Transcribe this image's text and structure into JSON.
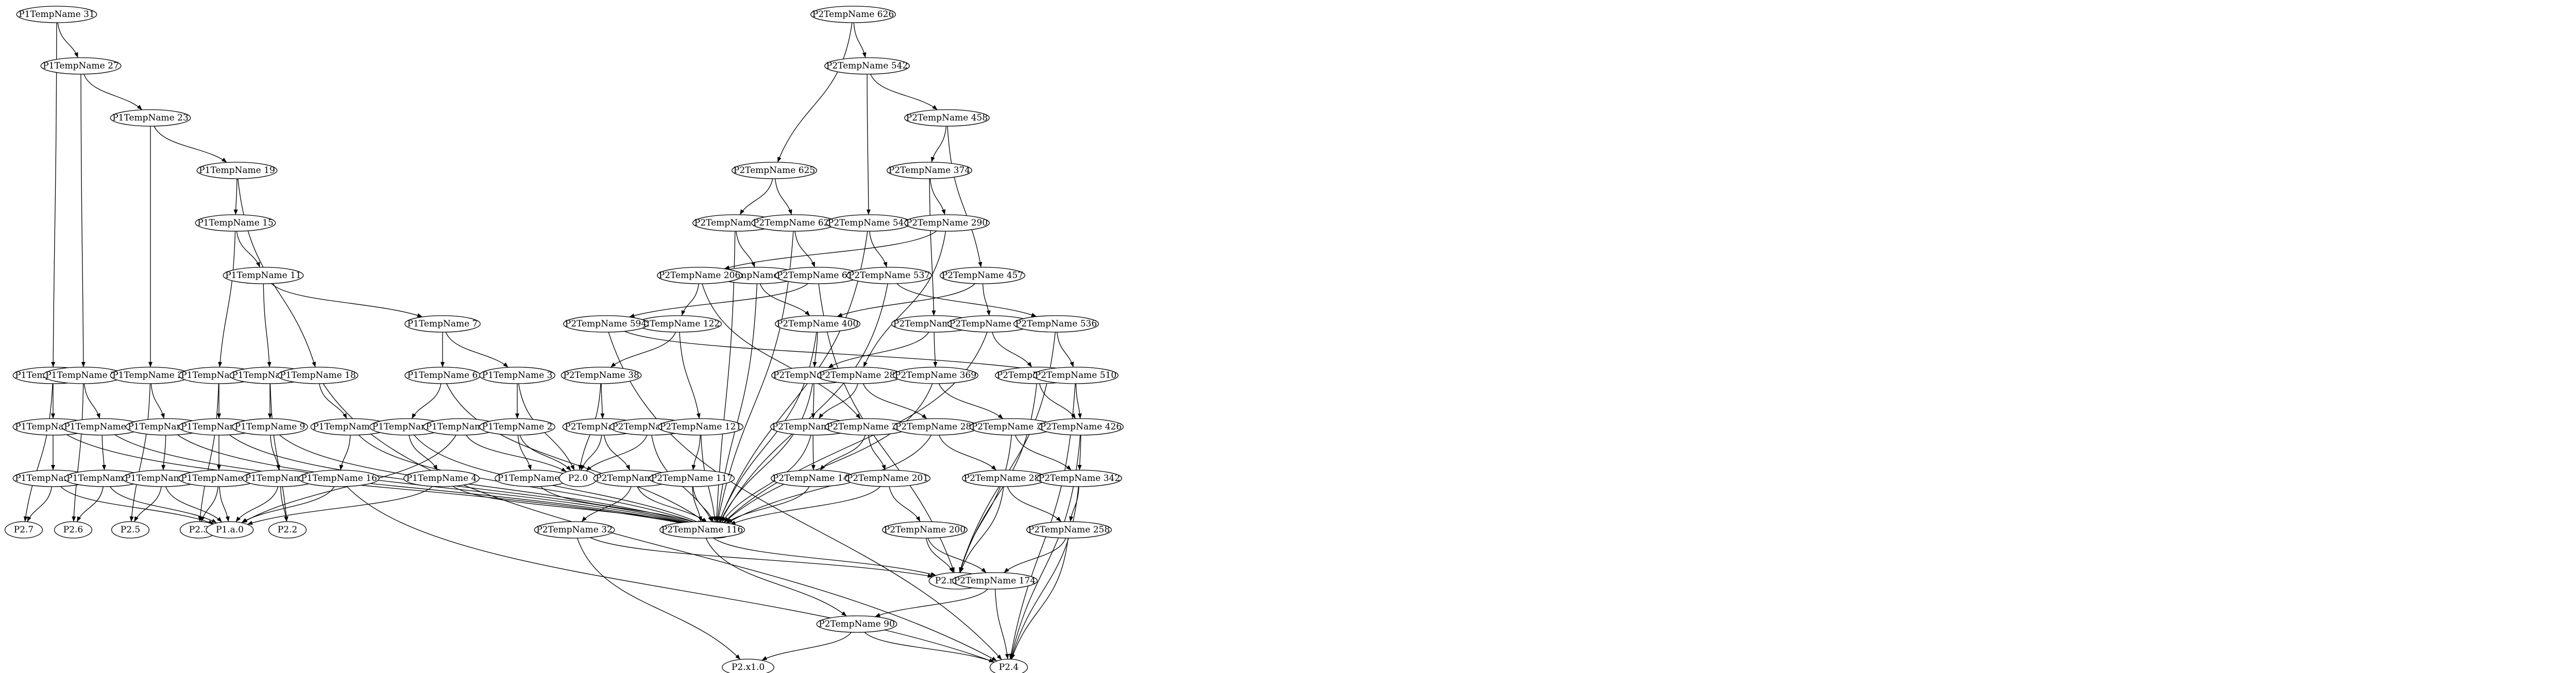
{
  "graph": {
    "nodes": [
      {
        "id": "P1TempName 31",
        "label": "P1TempName 31"
      },
      {
        "id": "P1TempName 27",
        "label": "P1TempName 27"
      },
      {
        "id": "P1TempName 23",
        "label": "P1TempName 23"
      },
      {
        "id": "P1TempName 19",
        "label": "P1TempName 19"
      },
      {
        "id": "P1TempName 15",
        "label": "P1TempName 15"
      },
      {
        "id": "P1TempName 11",
        "label": "P1TempName 11"
      },
      {
        "id": "P1TempName 7",
        "label": "P1TempName 7"
      },
      {
        "id": "P1TempName 30",
        "label": "P1TempName 30"
      },
      {
        "id": "P1TempName 26",
        "label": "P1TempName 26"
      },
      {
        "id": "P1TempName 22",
        "label": "P1TempName 22"
      },
      {
        "id": "P1TempName 14",
        "label": "P1TempName 14"
      },
      {
        "id": "P1TempName 10",
        "label": "P1TempName 10"
      },
      {
        "id": "P1TempName 18",
        "label": "P1TempName 18"
      },
      {
        "id": "P1TempName 6",
        "label": "P1TempName 6"
      },
      {
        "id": "P1TempName 3",
        "label": "P1TempName 3"
      },
      {
        "id": "P1TempName 29",
        "label": "P1TempName 29"
      },
      {
        "id": "P1TempName 25",
        "label": "P1TempName 25"
      },
      {
        "id": "P1TempName 21",
        "label": "P1TempName 21"
      },
      {
        "id": "P1TempName 13",
        "label": "P1TempName 13"
      },
      {
        "id": "P1TempName 9",
        "label": "P1TempName 9"
      },
      {
        "id": "P1TempName 17",
        "label": "P1TempName 17"
      },
      {
        "id": "P1TempName 5",
        "label": "P1TempName 5"
      },
      {
        "id": "P1TempName 0",
        "label": "P1TempName 0"
      },
      {
        "id": "P1TempName 2",
        "label": "P1TempName 2"
      },
      {
        "id": "P1TempName 28",
        "label": "P1TempName 28"
      },
      {
        "id": "P1TempName 24",
        "label": "P1TempName 24"
      },
      {
        "id": "P1TempName 20",
        "label": "P1TempName 20"
      },
      {
        "id": "P1TempName 12",
        "label": "P1TempName 12"
      },
      {
        "id": "P1TempName 8",
        "label": "P1TempName 8"
      },
      {
        "id": "P1TempName 16",
        "label": "P1TempName 16"
      },
      {
        "id": "P1TempName 4",
        "label": "P1TempName 4"
      },
      {
        "id": "P1TempName 1",
        "label": "P1TempName 1"
      },
      {
        "id": "P2.7",
        "label": "P2.7"
      },
      {
        "id": "P2.6",
        "label": "P2.6"
      },
      {
        "id": "P2.5",
        "label": "P2.5"
      },
      {
        "id": "P2.3",
        "label": "P2.3"
      },
      {
        "id": "P1.a.0",
        "label": "P1.a.0"
      },
      {
        "id": "P2.2",
        "label": "P2.2"
      },
      {
        "id": "P2.0",
        "label": "P2.0"
      },
      {
        "id": "P2.1",
        "label": "P2.1"
      },
      {
        "id": "P2.mem.0",
        "label": "P2.mem.0"
      },
      {
        "id": "P2.x1.0",
        "label": "P2.x1.0"
      },
      {
        "id": "P2.4",
        "label": "P2.4"
      },
      {
        "id": "P2TempName 626",
        "label": "P2TempName 626"
      },
      {
        "id": "P2TempName 542",
        "label": "P2TempName 542"
      },
      {
        "id": "P2TempName 458",
        "label": "P2TempName 458"
      },
      {
        "id": "P2TempName 625",
        "label": "P2TempName 625"
      },
      {
        "id": "P2TempName 374",
        "label": "P2TempName 374"
      },
      {
        "id": "P2TempName 568",
        "label": "P2TempName 568"
      },
      {
        "id": "P2TempName 621",
        "label": "P2TempName 621"
      },
      {
        "id": "P2TempName 541",
        "label": "P2TempName 541"
      },
      {
        "id": "P2TempName 290",
        "label": "P2TempName 290"
      },
      {
        "id": "P2TempName 484",
        "label": "P2TempName 484"
      },
      {
        "id": "P2TempName 206",
        "label": "P2TempName 206"
      },
      {
        "id": "P2TempName 620",
        "label": "P2TempName 620"
      },
      {
        "id": "P2TempName 537",
        "label": "P2TempName 537"
      },
      {
        "id": "P2TempName 457",
        "label": "P2TempName 457"
      },
      {
        "id": "P2TempName 122",
        "label": "P2TempName 122"
      },
      {
        "id": "P2TempName 594",
        "label": "P2TempName 594"
      },
      {
        "id": "P2TempName 400",
        "label": "P2TempName 400"
      },
      {
        "id": "P2TempName 373",
        "label": "P2TempName 373"
      },
      {
        "id": "P2TempName 453",
        "label": "P2TempName 453"
      },
      {
        "id": "P2TempName 536",
        "label": "P2TempName 536"
      },
      {
        "id": "P2TempName 38",
        "label": "P2TempName 38"
      },
      {
        "id": "P2TempName 316",
        "label": "P2TempName 316"
      },
      {
        "id": "P2TempName 289",
        "label": "P2TempName 289"
      },
      {
        "id": "P2TempName 369",
        "label": "P2TempName 369"
      },
      {
        "id": "P2TempName 452",
        "label": "P2TempName 452"
      },
      {
        "id": "P2TempName 510",
        "label": "P2TempName 510"
      },
      {
        "id": "P2TempName 37",
        "label": "P2TempName 37"
      },
      {
        "id": "P2TempName 64",
        "label": "P2TempName 64"
      },
      {
        "id": "P2TempName 121",
        "label": "P2TempName 121"
      },
      {
        "id": "P2TempName 232",
        "label": "P2TempName 232"
      },
      {
        "id": "P2TempName 205",
        "label": "P2TempName 205"
      },
      {
        "id": "P2TempName 285",
        "label": "P2TempName 285"
      },
      {
        "id": "P2TempName 368",
        "label": "P2TempName 368"
      },
      {
        "id": "P2TempName 426",
        "label": "P2TempName 426"
      },
      {
        "id": "P2TempName 33",
        "label": "P2TempName 33"
      },
      {
        "id": "P2TempName 117",
        "label": "P2TempName 117"
      },
      {
        "id": "P2TempName 148",
        "label": "P2TempName 148"
      },
      {
        "id": "P2TempName 201",
        "label": "P2TempName 201"
      },
      {
        "id": "P2TempName 284",
        "label": "P2TempName 284"
      },
      {
        "id": "P2TempName 342",
        "label": "P2TempName 342"
      },
      {
        "id": "P2TempName 32",
        "label": "P2TempName 32"
      },
      {
        "id": "P2TempName 116",
        "label": "P2TempName 116"
      },
      {
        "id": "P2TempName 200",
        "label": "P2TempName 200"
      },
      {
        "id": "P2TempName 258",
        "label": "P2TempName 258"
      },
      {
        "id": "P2TempName 174",
        "label": "P2TempName 174"
      },
      {
        "id": "P2TempName 90",
        "label": "P2TempName 90"
      }
    ],
    "edges": [
      [
        "P1TempName 31",
        "P1TempName 27"
      ],
      [
        "P1TempName 31",
        "P1TempName 30"
      ],
      [
        "P1TempName 27",
        "P1TempName 23"
      ],
      [
        "P1TempName 27",
        "P1TempName 26"
      ],
      [
        "P1TempName 23",
        "P1TempName 19"
      ],
      [
        "P1TempName 23",
        "P1TempName 22"
      ],
      [
        "P1TempName 19",
        "P1TempName 15"
      ],
      [
        "P1TempName 19",
        "P1TempName 18"
      ],
      [
        "P1TempName 15",
        "P1TempName 11"
      ],
      [
        "P1TempName 15",
        "P1TempName 14"
      ],
      [
        "P1TempName 11",
        "P1TempName 7"
      ],
      [
        "P1TempName 11",
        "P1TempName 10"
      ],
      [
        "P1TempName 7",
        "P1TempName 6"
      ],
      [
        "P1TempName 7",
        "P1TempName 3"
      ],
      [
        "P1TempName 30",
        "P1TempName 29"
      ],
      [
        "P1TempName 30",
        "P2.7"
      ],
      [
        "P1TempName 26",
        "P1TempName 25"
      ],
      [
        "P1TempName 26",
        "P2.6"
      ],
      [
        "P1TempName 22",
        "P1TempName 21"
      ],
      [
        "P1TempName 22",
        "P2.5"
      ],
      [
        "P1TempName 14",
        "P1TempName 13"
      ],
      [
        "P1TempName 14",
        "P2.3"
      ],
      [
        "P1TempName 10",
        "P1TempName 9"
      ],
      [
        "P1TempName 10",
        "P2.2"
      ],
      [
        "P1TempName 18",
        "P1TempName 17"
      ],
      [
        "P1TempName 18",
        "P2.4"
      ],
      [
        "P1TempName 6",
        "P1TempName 5"
      ],
      [
        "P1TempName 6",
        "P2.1"
      ],
      [
        "P1TempName 3",
        "P1TempName 2"
      ],
      [
        "P1TempName 3",
        "P2.0"
      ],
      [
        "P1TempName 29",
        "P1TempName 28"
      ],
      [
        "P1TempName 29",
        "P2.1"
      ],
      [
        "P1TempName 25",
        "P1TempName 24"
      ],
      [
        "P1TempName 25",
        "P2.1"
      ],
      [
        "P1TempName 21",
        "P1TempName 20"
      ],
      [
        "P1TempName 21",
        "P2.1"
      ],
      [
        "P1TempName 13",
        "P1TempName 12"
      ],
      [
        "P1TempName 13",
        "P2.1"
      ],
      [
        "P1TempName 9",
        "P1TempName 8"
      ],
      [
        "P1TempName 9",
        "P2.1"
      ],
      [
        "P1TempName 17",
        "P1TempName 16"
      ],
      [
        "P1TempName 17",
        "P2.1"
      ],
      [
        "P1TempName 5",
        "P1TempName 4"
      ],
      [
        "P1TempName 5",
        "P2.1"
      ],
      [
        "P1TempName 0",
        "P1.a.0"
      ],
      [
        "P1TempName 0",
        "P2.0"
      ],
      [
        "P1TempName 2",
        "P1TempName 1"
      ],
      [
        "P1TempName 2",
        "P2.0"
      ],
      [
        "P1TempName 28",
        "P1.a.0"
      ],
      [
        "P1TempName 28",
        "P2.7"
      ],
      [
        "P1TempName 24",
        "P1.a.0"
      ],
      [
        "P1TempName 24",
        "P2.6"
      ],
      [
        "P1TempName 20",
        "P1.a.0"
      ],
      [
        "P1TempName 20",
        "P2.5"
      ],
      [
        "P1TempName 12",
        "P1.a.0"
      ],
      [
        "P1TempName 12",
        "P2.3"
      ],
      [
        "P1TempName 8",
        "P1.a.0"
      ],
      [
        "P1TempName 8",
        "P2.2"
      ],
      [
        "P1TempName 16",
        "P1.a.0"
      ],
      [
        "P1TempName 16",
        "P2.4"
      ],
      [
        "P1TempName 4",
        "P1.a.0"
      ],
      [
        "P1TempName 4",
        "P2.1"
      ],
      [
        "P1TempName 1",
        "P2.1"
      ],
      [
        "P2TempName 626",
        "P2TempName 542"
      ],
      [
        "P2TempName 626",
        "P2TempName 625"
      ],
      [
        "P2TempName 542",
        "P2TempName 458"
      ],
      [
        "P2TempName 542",
        "P2TempName 541"
      ],
      [
        "P2TempName 458",
        "P2TempName 374"
      ],
      [
        "P2TempName 458",
        "P2TempName 457"
      ],
      [
        "P2TempName 625",
        "P2TempName 568"
      ],
      [
        "P2TempName 625",
        "P2TempName 621"
      ],
      [
        "P2TempName 374",
        "P2TempName 290"
      ],
      [
        "P2TempName 374",
        "P2TempName 373"
      ],
      [
        "P2TempName 568",
        "P2TempName 484"
      ],
      [
        "P2TempName 568",
        "P2.1"
      ],
      [
        "P2TempName 621",
        "P2TempName 620"
      ],
      [
        "P2TempName 621",
        "P2.1"
      ],
      [
        "P2TempName 541",
        "P2TempName 537"
      ],
      [
        "P2TempName 541",
        "P2.1"
      ],
      [
        "P2TempName 290",
        "P2TempName 206"
      ],
      [
        "P2TempName 290",
        "P2TempName 289"
      ],
      [
        "P2TempName 484",
        "P2TempName 400"
      ],
      [
        "P2TempName 484",
        "P2.1"
      ],
      [
        "P2TempName 206",
        "P2TempName 122"
      ],
      [
        "P2TempName 206",
        "P2TempName 205"
      ],
      [
        "P2TempName 620",
        "P2TempName 594"
      ],
      [
        "P2TempName 620",
        "P2.mem.0"
      ],
      [
        "P2TempName 537",
        "P2TempName 536"
      ],
      [
        "P2TempName 537",
        "P2.1"
      ],
      [
        "P2TempName 457",
        "P2TempName 400"
      ],
      [
        "P2TempName 457",
        "P2TempName 453"
      ],
      [
        "P2TempName 122",
        "P2TempName 38"
      ],
      [
        "P2TempName 122",
        "P2TempName 121"
      ],
      [
        "P2TempName 594",
        "P2TempName 510"
      ],
      [
        "P2TempName 594",
        "P2.4"
      ],
      [
        "P2TempName 400",
        "P2TempName 316"
      ],
      [
        "P2TempName 400",
        "P2.1"
      ],
      [
        "P2TempName 373",
        "P2TempName 316"
      ],
      [
        "P2TempName 373",
        "P2TempName 369"
      ],
      [
        "P2TempName 453",
        "P2TempName 452"
      ],
      [
        "P2TempName 453",
        "P2.1"
      ],
      [
        "P2TempName 536",
        "P2TempName 510"
      ],
      [
        "P2TempName 536",
        "P2.mem.0"
      ],
      [
        "P2TempName 38",
        "P2TempName 37"
      ],
      [
        "P2TempName 38",
        "P2.0"
      ],
      [
        "P2TempName 316",
        "P2TempName 232"
      ],
      [
        "P2TempName 316",
        "P2.1"
      ],
      [
        "P2TempName 289",
        "P2TempName 232"
      ],
      [
        "P2TempName 289",
        "P2TempName 285"
      ],
      [
        "P2TempName 369",
        "P2TempName 368"
      ],
      [
        "P2TempName 369",
        "P2.1"
      ],
      [
        "P2TempName 452",
        "P2TempName 426"
      ],
      [
        "P2TempName 452",
        "P2.mem.0"
      ],
      [
        "P2TempName 510",
        "P2TempName 426"
      ],
      [
        "P2TempName 510",
        "P2.4"
      ],
      [
        "P2TempName 37",
        "P2TempName 33"
      ],
      [
        "P2TempName 37",
        "P2.0"
      ],
      [
        "P2TempName 64",
        "P2.0"
      ],
      [
        "P2TempName 64",
        "P2.1"
      ],
      [
        "P2TempName 121",
        "P2TempName 117"
      ],
      [
        "P2TempName 121",
        "P2.1"
      ],
      [
        "P2TempName 232",
        "P2TempName 148"
      ],
      [
        "P2TempName 232",
        "P2.1"
      ],
      [
        "P2TempName 205",
        "P2TempName 148"
      ],
      [
        "P2TempName 205",
        "P2TempName 201"
      ],
      [
        "P2TempName 285",
        "P2TempName 284"
      ],
      [
        "P2TempName 285",
        "P2.1"
      ],
      [
        "P2TempName 368",
        "P2TempName 342"
      ],
      [
        "P2TempName 368",
        "P2.mem.0"
      ],
      [
        "P2TempName 426",
        "P2TempName 342"
      ],
      [
        "P2TempName 426",
        "P2.4"
      ],
      [
        "P2TempName 33",
        "P2TempName 32"
      ],
      [
        "P2TempName 33",
        "P2.1"
      ],
      [
        "P2TempName 117",
        "P2TempName 116"
      ],
      [
        "P2TempName 117",
        "P2.1"
      ],
      [
        "P2TempName 148",
        "P2.1"
      ],
      [
        "P2TempName 201",
        "P2TempName 200"
      ],
      [
        "P2TempName 201",
        "P2.1"
      ],
      [
        "P2TempName 284",
        "P2TempName 258"
      ],
      [
        "P2TempName 284",
        "P2.mem.0"
      ],
      [
        "P2TempName 342",
        "P2TempName 258"
      ],
      [
        "P2TempName 342",
        "P2.4"
      ],
      [
        "P2TempName 32",
        "P2.mem.0"
      ],
      [
        "P2TempName 32",
        "P2.x1.0"
      ],
      [
        "P2TempName 116",
        "P2TempName 90"
      ],
      [
        "P2TempName 116",
        "P2.mem.0"
      ],
      [
        "P2TempName 200",
        "P2TempName 174"
      ],
      [
        "P2TempName 200",
        "P2.mem.0"
      ],
      [
        "P2TempName 258",
        "P2TempName 174"
      ],
      [
        "P2TempName 258",
        "P2.4"
      ],
      [
        "P2TempName 174",
        "P2TempName 90"
      ],
      [
        "P2TempName 174",
        "P2.4"
      ],
      [
        "P2TempName 90",
        "P2.x1.0"
      ],
      [
        "P2TempName 90",
        "P2.4"
      ]
    ]
  }
}
